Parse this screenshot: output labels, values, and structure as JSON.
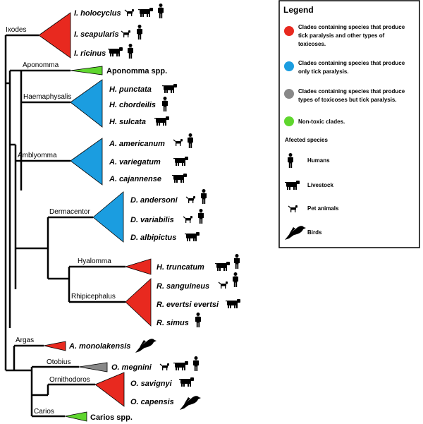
{
  "colors": {
    "red": "#e8291f",
    "blue": "#1b9de0",
    "gray": "#888888",
    "green": "#5fd62e"
  },
  "clades": {
    "ixodes": "Ixodes",
    "aponomma": "Aponomma",
    "haemaphysalis": "Haemaphysalis",
    "amblyomma": "Amblyomma",
    "dermacentor": "Dermacentor",
    "hyalomma": "Hyalomma",
    "rhipicephalus": "Rhipicephalus",
    "argas": "Argas",
    "otobius": "Otobius",
    "ornithodoros": "Ornithodoros",
    "carios": "Carios"
  },
  "species": {
    "i_holocyclus": "I. holocyclus",
    "i_scapularis": "I. scapularis",
    "i_ricinus": "I. ricinus",
    "aponomma_spp": "Aponomma spp.",
    "h_punctata": "H. punctata",
    "h_chordeilis": "H. chordeilis",
    "h_sulcata": "H. sulcata",
    "a_americanum": "A. americanum",
    "a_variegatum": "A. variegatum",
    "a_cajannense": "A. cajannense",
    "d_andersoni": "D. andersoni",
    "d_variabilis": "D. variabilis",
    "d_albipictus": "D. albipictus",
    "h_truncatum": "H. truncatum",
    "r_sanguineus": "R. sanguineus",
    "r_evertsi": "R. evertsi evertsi",
    "r_simus": "R. simus",
    "a_monolakensis": "A. monolakensis",
    "o_megnini": "O. megnini",
    "o_savignyi": "O. savignyi",
    "o_capensis": "O. capensis",
    "carios_spp": "Carios spp."
  },
  "legend": {
    "title": "Legend",
    "red_line1": "Clades containing species that produce",
    "red_line2": "tick paralysis and other types of",
    "red_line3": "toxicoses.",
    "blue_line1": "Clades containing species that produce",
    "blue_line2": "only tick paralysis.",
    "gray_line1": "Clades containing species that produce",
    "gray_line2": "types of toxicoses but tick paralysis.",
    "green_line1": "Non-toxic clades.",
    "affected_title": "Afected species",
    "humans": "Humans",
    "livestock": "Livestock",
    "pets": "Pet animals",
    "birds": "Birds"
  }
}
